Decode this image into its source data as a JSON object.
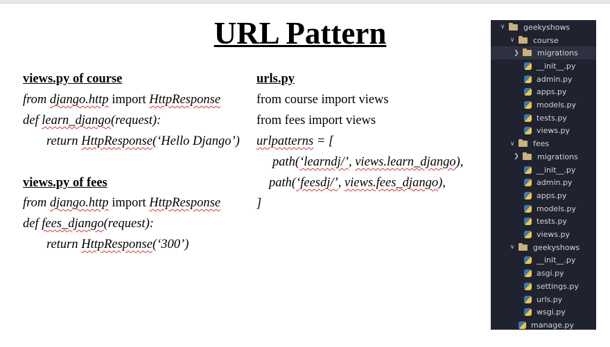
{
  "title": "URL Pattern",
  "left": {
    "course_heading": "views.py of course",
    "course": [
      [
        "from ",
        "django.http",
        " import ",
        "HttpResponse",
        ""
      ],
      [
        "def ",
        "learn_django",
        "(request):",
        "",
        ""
      ],
      [
        "return ",
        "HttpResponse",
        "(‘Hello Django’)",
        "",
        ""
      ]
    ],
    "fees_heading": "views.py of fees",
    "fees": [
      [
        "from ",
        "django.http",
        " import ",
        "HttpResponse",
        ""
      ],
      [
        "def ",
        "fees_django",
        "(request):",
        "",
        ""
      ],
      [
        "return ",
        "HttpResponse",
        "(‘300’)",
        "",
        ""
      ]
    ]
  },
  "right": {
    "heading": "urls.py",
    "import1": "from course import views",
    "import2": "from fees import views",
    "urlpatterns": [
      "urlpatterns",
      " = ["
    ],
    "path1": [
      "path(",
      "‘learndj/’",
      ", ",
      "views.learn_django",
      "),"
    ],
    "path2": [
      "path(",
      "‘feesdj/’",
      ", ",
      "views.fees_django",
      "),"
    ],
    "close": "]"
  },
  "tree": [
    {
      "label": "geekyshows",
      "type": "folder",
      "open": true
    },
    {
      "label": "course",
      "type": "folder",
      "open": true
    },
    {
      "label": "migrations",
      "type": "folder",
      "open": false
    },
    {
      "label": "__init__.py",
      "type": "py"
    },
    {
      "label": "admin.py",
      "type": "py"
    },
    {
      "label": "apps.py",
      "type": "py"
    },
    {
      "label": "models.py",
      "type": "py"
    },
    {
      "label": "tests.py",
      "type": "py"
    },
    {
      "label": "views.py",
      "type": "py"
    },
    {
      "label": "fees",
      "type": "folder",
      "open": true
    },
    {
      "label": "migrations",
      "type": "folder",
      "open": false
    },
    {
      "label": "__init__.py",
      "type": "py"
    },
    {
      "label": "admin.py",
      "type": "py"
    },
    {
      "label": "apps.py",
      "type": "py"
    },
    {
      "label": "models.py",
      "type": "py"
    },
    {
      "label": "tests.py",
      "type": "py"
    },
    {
      "label": "views.py",
      "type": "py"
    },
    {
      "label": "geekyshows",
      "type": "folder",
      "open": true
    },
    {
      "label": "__init__.py",
      "type": "py"
    },
    {
      "label": "asgi.py",
      "type": "py"
    },
    {
      "label": "settings.py",
      "type": "py"
    },
    {
      "label": "urls.py",
      "type": "py"
    },
    {
      "label": "wsgi.py",
      "type": "py"
    },
    {
      "label": "manage.py",
      "type": "py"
    }
  ]
}
